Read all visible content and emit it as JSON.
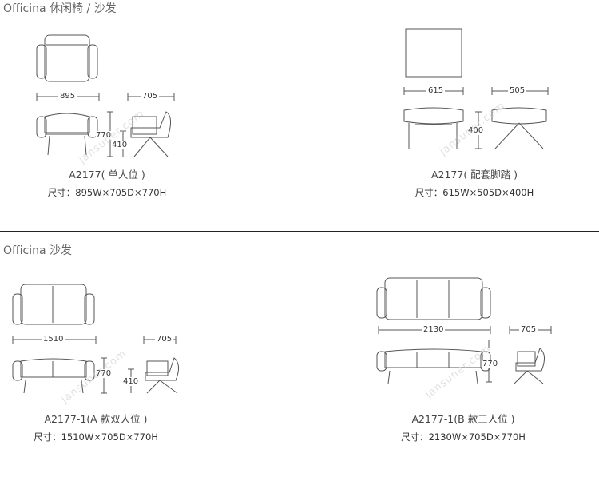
{
  "sections": [
    {
      "heading": "Officina 休闲椅 / 沙发",
      "items": [
        {
          "caption": "A2177( 单人位 )",
          "spec": "尺寸：895W×705D×770H",
          "dims": {
            "w": "895",
            "d": "705",
            "h": "770",
            "seat": "410"
          }
        },
        {
          "caption": "A2177( 配套脚踏 )",
          "spec": "尺寸：615W×505D×400H",
          "dims": {
            "w": "615",
            "d": "505",
            "h": "400"
          }
        }
      ]
    },
    {
      "heading": "Officina 沙发",
      "items": [
        {
          "caption": "A2177-1(A 款双人位 )",
          "spec": "尺寸：1510W×705D×770H",
          "dims": {
            "w": "1510",
            "d": "705",
            "h": "770",
            "seat": "410"
          }
        },
        {
          "caption": "A2177-1(B 款三人位 )",
          "spec": "尺寸：2130W×705D×770H",
          "dims": {
            "w": "2130",
            "d": "705",
            "h": "770"
          }
        }
      ]
    }
  ],
  "watermark": "jansuner.com"
}
